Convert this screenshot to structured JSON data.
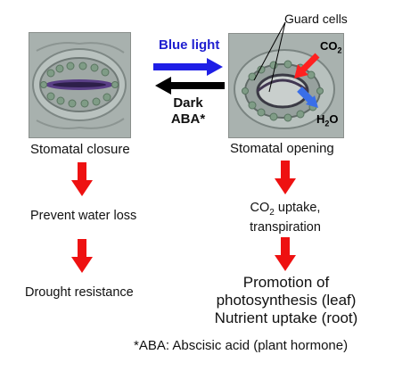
{
  "left_panel": {
    "image_name": "closed-stoma-micrograph",
    "caption": "Stomatal closure",
    "steps": [
      "Prevent water loss",
      "Drought resistance"
    ]
  },
  "right_panel": {
    "image_name": "open-stoma-micrograph",
    "caption": "Stomatal opening",
    "guard_cells_label": "Guard cells",
    "co2_label": "CO",
    "co2_sub": "2",
    "h2o_label_a": "H",
    "h2o_sub": "2",
    "h2o_label_b": "O",
    "step1_line1_a": "CO",
    "step1_line1_sub": "2",
    "step1_line1_b": " uptake,",
    "step1_line2": "transpiration",
    "step2_lines": [
      "Promotion of",
      "photosynthesis (leaf)",
      "Nutrient uptake (root)"
    ]
  },
  "middle": {
    "blue_label": "Blue light",
    "dark_label": "Dark",
    "aba_label": "ABA*"
  },
  "footnote": "*ABA: Abscisic acid (plant hormone)",
  "colors": {
    "blue_arrow": "#1e1ee6",
    "black_arrow": "#000000",
    "red_arrow": "#ee1111",
    "co2_arrow": "#ff2020",
    "h2o_arrow": "#3a6fe8"
  }
}
